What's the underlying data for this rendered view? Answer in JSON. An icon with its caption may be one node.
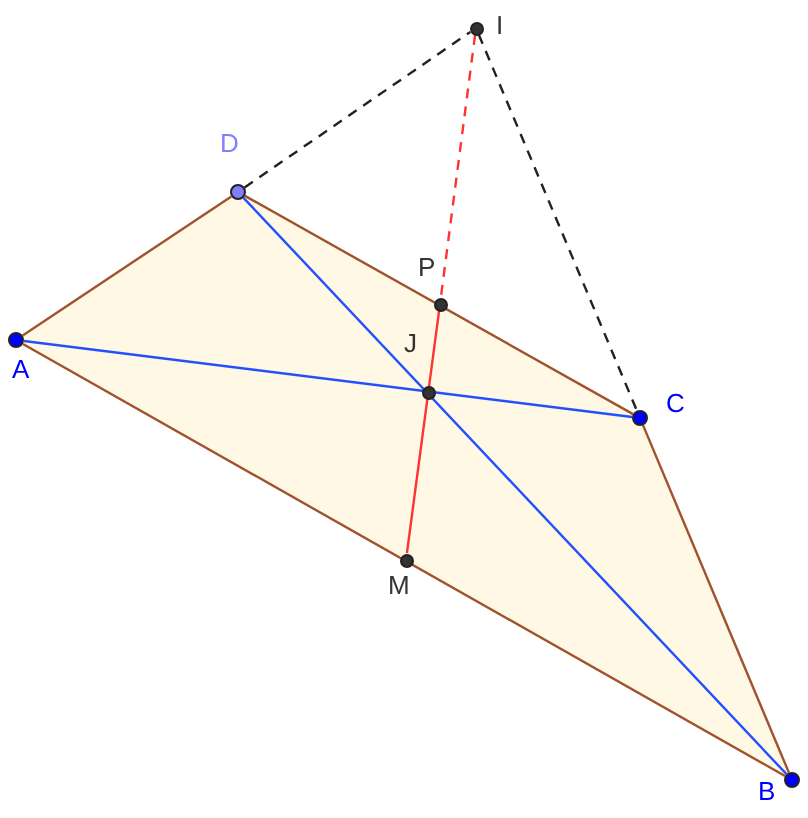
{
  "diagram": {
    "nodes": [
      {
        "text": [],
        "shape": "circle",
        "beside": [
          "I"
        ]
      },
      {
        "text": [],
        "shape": "circle",
        "beside": [
          "D"
        ]
      },
      {
        "text": [],
        "shape": "circle",
        "beside": [
          "P"
        ]
      },
      {
        "text": [],
        "shape": "circle",
        "beside": [
          "J"
        ]
      },
      {
        "text": [],
        "shape": "circle",
        "beside": [
          "A"
        ]
      },
      {
        "text": [],
        "shape": "circle",
        "beside": [
          "C"
        ]
      },
      {
        "text": [],
        "shape": "circle",
        "beside": [
          "M"
        ]
      },
      {
        "text": [],
        "shape": "circle",
        "beside": [
          "B"
        ]
      }
    ],
    "edges": [
      {
        "from": 4,
        "to": 1,
        "arrow": "none"
      },
      {
        "from": 1,
        "to": 5,
        "arrow": "none"
      },
      {
        "from": 5,
        "to": 7,
        "arrow": "none"
      },
      {
        "from": 7,
        "to": 4,
        "arrow": "none"
      },
      {
        "from": 4,
        "to": 5,
        "arrow": "none",
        "color": "#2050ff"
      },
      {
        "from": 1,
        "to": 7,
        "arrow": "none",
        "color": "#2050ff"
      },
      {
        "from": 1,
        "to": 0,
        "arrow": "none",
        "style": "dashed",
        "color": "#222222"
      },
      {
        "from": 0,
        "to": 5,
        "arrow": "none",
        "style": "dashed",
        "color": "#222222"
      },
      {
        "from": 0,
        "to": 2,
        "arrow": "none",
        "style": "dashed",
        "color": "#ff3333"
      },
      {
        "from": 2,
        "to": 6,
        "arrow": "none",
        "color": "#ff3333"
      }
    ]
  }
}
